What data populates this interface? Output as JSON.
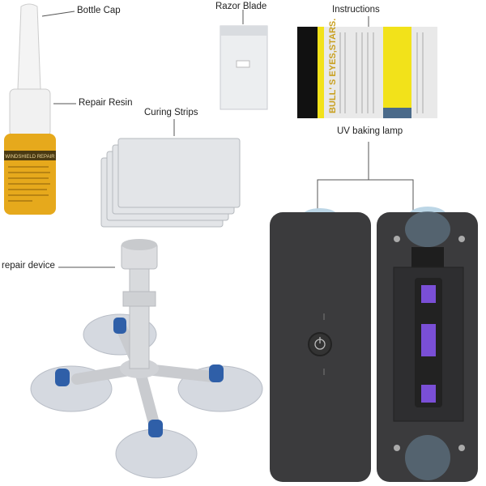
{
  "labels": {
    "bottle_cap": "Bottle Cap",
    "repair_resin": "Repair Resin",
    "razor_blade": "Razor Blade",
    "instructions": "Instructions",
    "curing_strips": "Curing Strips",
    "uv_baking_lamp": "UV baking lamp",
    "repair_device": "repair device"
  },
  "product_print": {
    "bottle_label": "WINDSHIELD REPAIR",
    "instructions_heading": "BULL'S EYES,STARS."
  },
  "colors": {
    "resin": "#e6a91c",
    "lamp_body": "#3b3b3d",
    "suction_cup": "#bcd6e6",
    "uv_light": "#7a4fd6",
    "instructions_yellow": "#f2e21a"
  }
}
